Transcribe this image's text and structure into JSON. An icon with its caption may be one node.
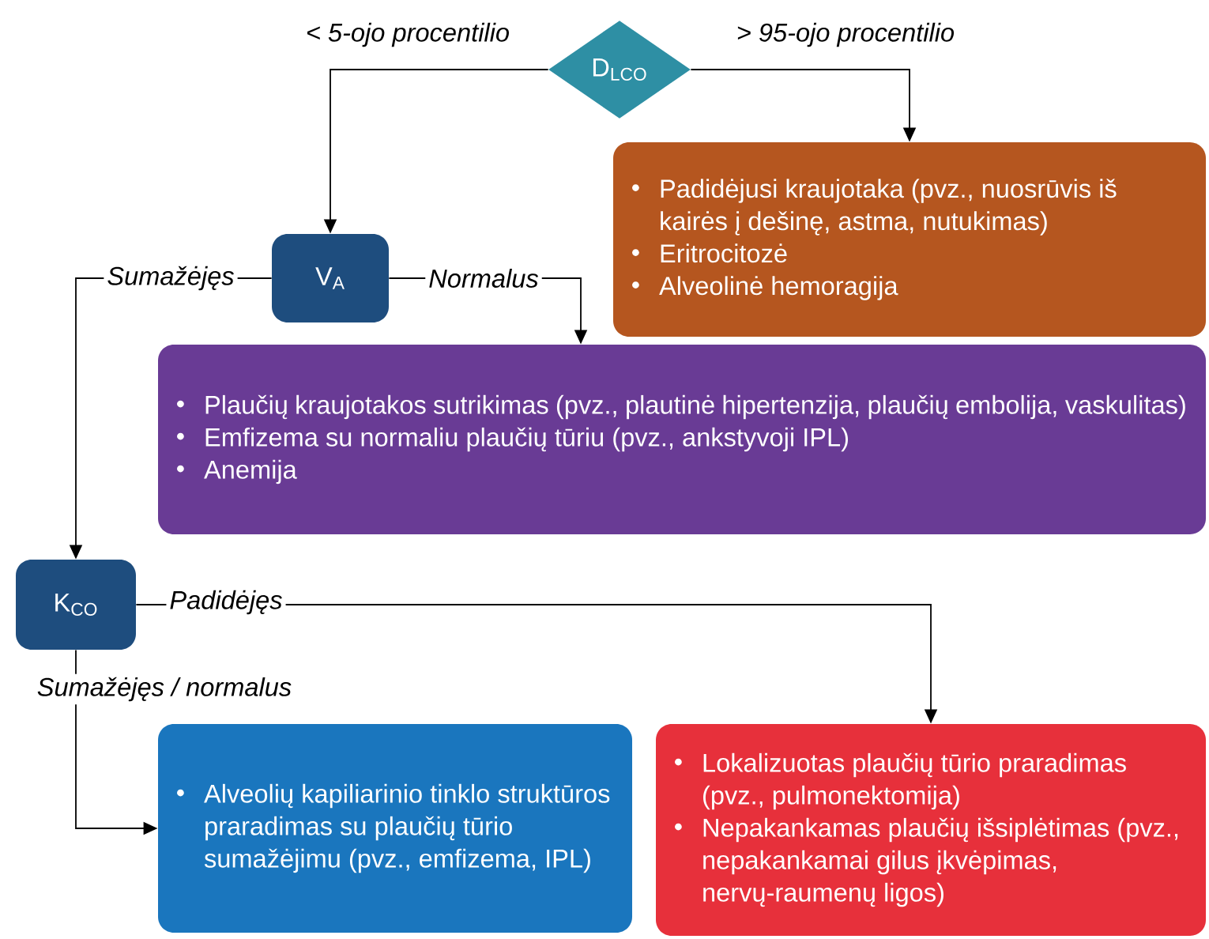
{
  "diagram": {
    "nodes": [
      {
        "text": [
          "D$_{LCO}$"
        ]
      },
      {
        "text": [
          "Padidėjusi kraujotaka (pvz., nuosrūvis iš kairės į dešinę, astma, nutukimas)",
          "Eritrocitozė",
          "Alveolinė hemoragija"
        ]
      },
      {
        "text": [
          "V$_{A}$"
        ]
      },
      {
        "text": [
          "Plaučių kraujotakos sutrikimas (pvz., plautinė hipertenzija, plaučių embolija, vaskulitas)",
          "Emfizema su normaliu plaučių tūriu (pvz., ankstyvoji IPL)",
          "Anemija"
        ]
      },
      {
        "text": [
          "K$_{CO}$"
        ]
      },
      {
        "text": [
          "Alveolių kapiliarinio tinklo struktūros praradimas su plaučių tūrio sumažėjimu (pvz., emfizema, IPL)"
        ]
      },
      {
        "text": [
          "Lokalizuotas plaučių tūrio praradimas (pvz., pulmonektomija)",
          "Nepakankamas plaučių išsiplėtimas (pvz., nepakankamai gilus įkvėpimas, nervų-raumenų ligos)"
        ]
      }
    ],
    "edges": [
      {
        "from": 0,
        "to": 2,
        "arrow": "to",
        "label": "< 5-ojo procentilio"
      },
      {
        "from": 0,
        "to": 1,
        "arrow": "to",
        "label": "> 95-ojo procentilio"
      },
      {
        "from": 2,
        "to": 4,
        "arrow": "to",
        "label": "Sumažėjęs"
      },
      {
        "from": 2,
        "to": 3,
        "arrow": "to",
        "label": "Normalus"
      },
      {
        "from": 4,
        "to": 6,
        "arrow": "to",
        "label": "Padidėjęs"
      },
      {
        "from": 4,
        "to": 5,
        "arrow": "to",
        "label": "Sumažėjęs / normalus"
      }
    ]
  }
}
